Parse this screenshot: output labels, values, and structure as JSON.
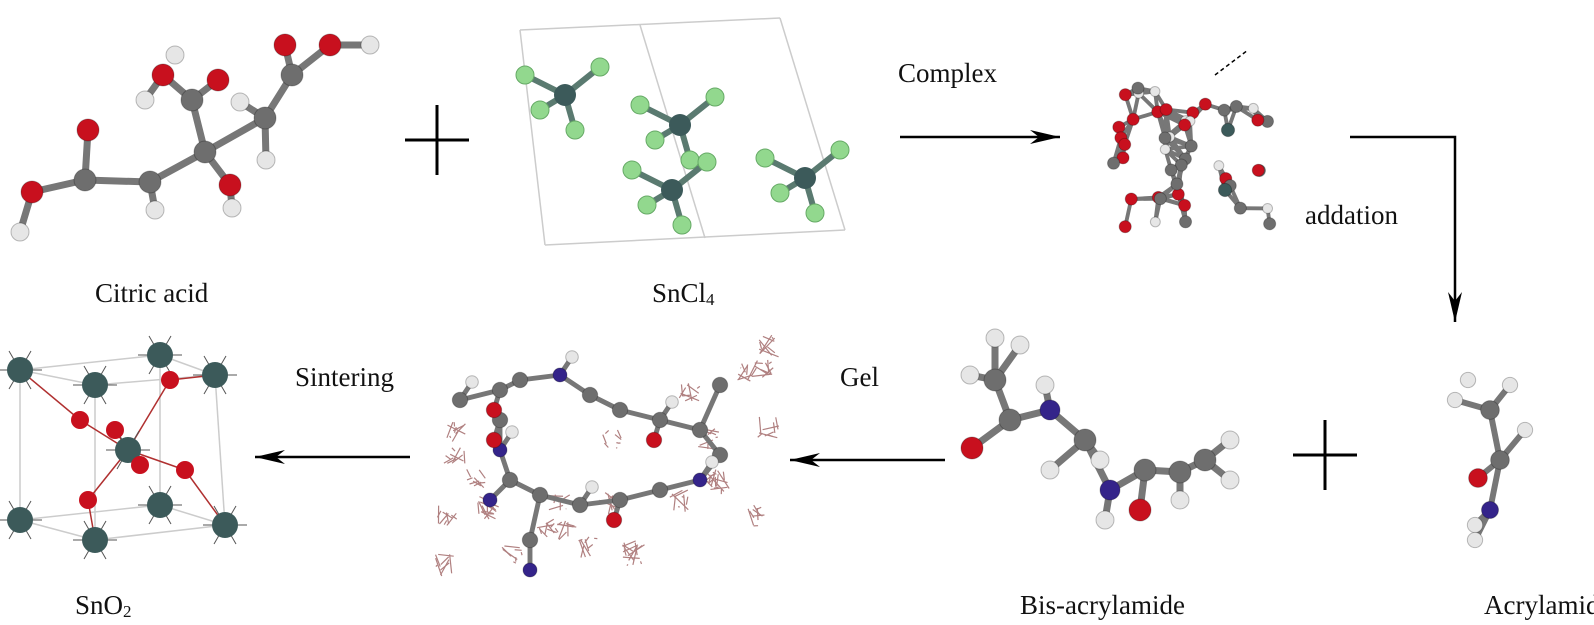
{
  "title": "Citric acid / acrylamide gel route to SnO2",
  "labels": {
    "citric_acid": "Citric acid",
    "sncl4_main": "SnCl",
    "sncl4_sub": "4",
    "complex": "Complex",
    "addation": "addation",
    "acrylamide": "Acrylamide",
    "bis_acrylamide": "Bis-acrylamide",
    "gel": "Gel",
    "sintering": "Sintering",
    "sno2_main": "SnO",
    "sno2_sub": "2"
  },
  "colors": {
    "carbon": "#6e6e6e",
    "oxygen": "#c8101e",
    "hydrogen": "#e6e6e6",
    "chlorine": "#92d88e",
    "tin": "#3c5a5a",
    "nitrogen": "#34248a"
  }
}
